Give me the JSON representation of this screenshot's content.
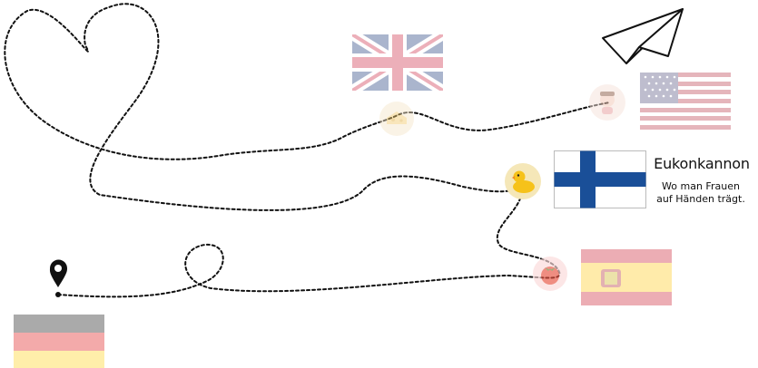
{
  "icons": {
    "start": "map-pin-icon",
    "end": "paper-plane-icon"
  },
  "stops": [
    {
      "country": "Germany",
      "icon": "germany-flag-icon"
    },
    {
      "country": "Spain",
      "icon": "spain-flag-icon",
      "badge_icon": "tomato-icon"
    },
    {
      "country": "Finland",
      "icon": "finland-flag-icon",
      "badge_icon": "rubber-duck-icon"
    },
    {
      "country": "United Kingdom",
      "icon": "uk-flag-icon",
      "badge_icon": "cheese-icon"
    },
    {
      "country": "United States",
      "icon": "usa-flag-icon",
      "badge_icon": "person-icon"
    }
  ],
  "annotation": {
    "title": "Eukonkannon",
    "line1": "Wo man Frauen",
    "line2": "auf Händen trägt."
  },
  "colors": {
    "route": "#111111",
    "faded_opacity": 0.33
  }
}
